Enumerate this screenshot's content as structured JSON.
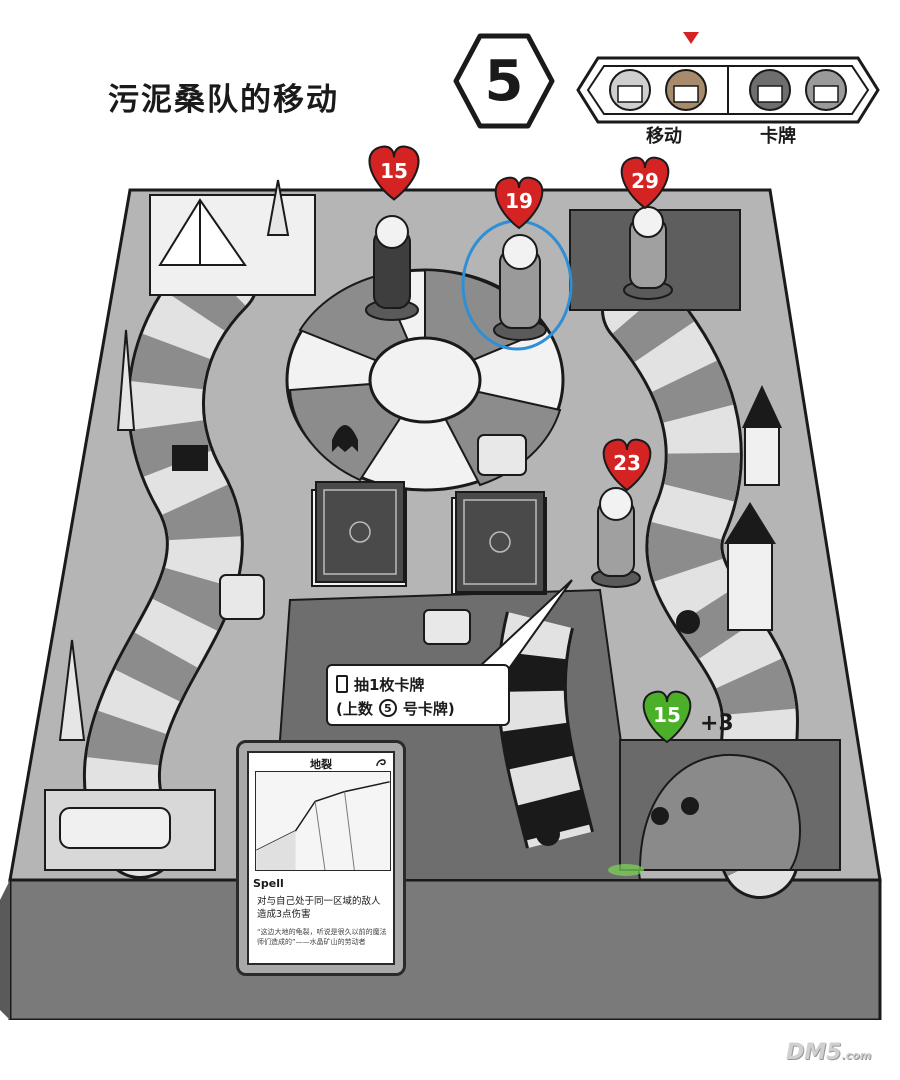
{
  "title": "污泥桑队的移动",
  "dice_value": "5",
  "turn_bar": {
    "label_move": "移动",
    "label_card": "卡牌",
    "active_index": 1
  },
  "hp": {
    "left_tower": "15",
    "center_player": "19",
    "top_right": "29",
    "right_path": "23",
    "monster": "15"
  },
  "monster_bonus": "+3",
  "speech": {
    "line1": "抽1枚卡牌",
    "line2_pre": "(上数",
    "line2_num": "5",
    "line2_post": "号卡牌)"
  },
  "card": {
    "name": "地裂",
    "type": "Spell",
    "description": "对与自己处于同一区域的敌人造成3点伤害",
    "flavor": "“这边大地的龟裂，听说是很久以前的魔法师们造成的”——水晶矿山的劳动者"
  },
  "watermark": {
    "main": "DM5",
    "suffix": ".com"
  },
  "colors": {
    "heart": "#d42323",
    "monster_heart": "#4caf2a",
    "board_dark": "#8c8c8c",
    "board_light": "#f2f2f2",
    "highlight_ring": "#2f8fd6",
    "turn_marker": "#d42323"
  }
}
